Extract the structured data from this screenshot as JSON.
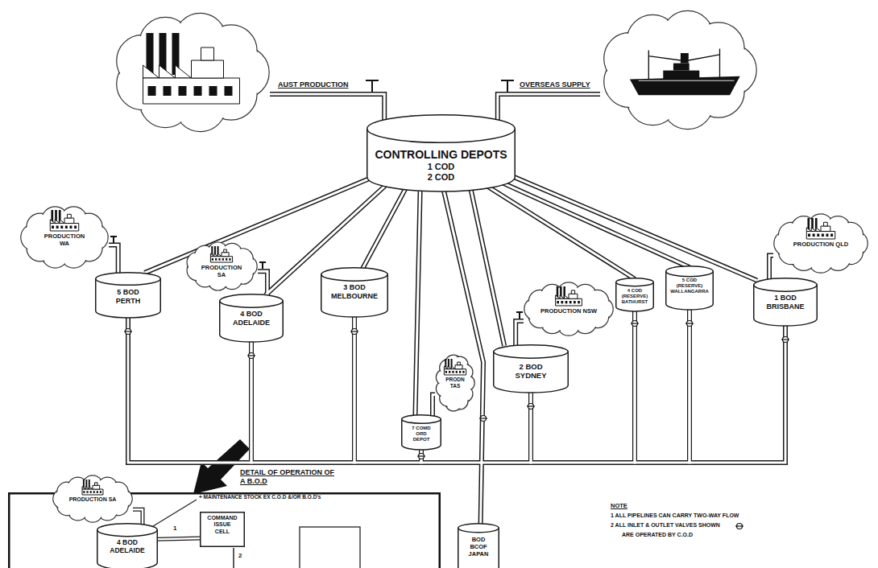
{
  "diagram": {
    "nodes": [
      {
        "text": [
          "AUST PRODUCTION"
        ]
      },
      {
        "text": [
          "OVERSEAS SUPPLY"
        ]
      },
      {
        "text": [
          "CONTROLLING DEPOTS",
          "1 COD 2 COD"
        ]
      },
      {
        "text": [
          "PRODUCTION WA"
        ]
      },
      {
        "text": [
          "PRODUCTION QLD"
        ]
      },
      {
        "text": [
          "5 BOD PERTH"
        ]
      },
      {
        "text": [
          "PRODUCTION SA"
        ]
      },
      {
        "text": [
          "4 BOD ADELAIDE"
        ]
      },
      {
        "text": [
          "3 BOD MELBOURNE"
        ]
      },
      {
        "text": [
          "PRODUCTION NSW"
        ]
      },
      {
        "text": [
          "4 COD (RESERVE) BATHURST"
        ]
      },
      {
        "text": [
          "5 COD (RESERVE) WALLANGARRA"
        ]
      },
      {
        "text": [
          "1 BOD BRISBANE"
        ]
      },
      {
        "text": [
          "PRODN TAS"
        ]
      },
      {
        "text": [
          "2 BOD SYDNEY"
        ]
      },
      {
        "text": [
          "7 COMD ORD DEPOT"
        ]
      },
      {
        "text": [
          "DETAIL OF OPERATION OF A B.O.D"
        ]
      },
      {
        "text": [
          "PRODUCTION SA"
        ],
        "in": 16
      },
      {
        "text": [
          "4 BOD ADELAIDE"
        ],
        "in": 16
      },
      {
        "text": [
          "COMMAND ISSUE CELL"
        ],
        "in": 16
      },
      {
        "text": [
          "BOD BCOF JAPAN"
        ]
      }
    ],
    "edges": [
      {
        "from": 0,
        "to": 2,
        "arrow": "none"
      },
      {
        "from": 1,
        "to": 2,
        "arrow": "none"
      },
      {
        "from": 2,
        "to": 5,
        "arrow": "none"
      },
      {
        "from": 2,
        "to": 7,
        "arrow": "none"
      },
      {
        "from": 2,
        "to": 8,
        "arrow": "none"
      },
      {
        "from": 2,
        "to": 15,
        "arrow": "none"
      },
      {
        "from": 2,
        "to": 20,
        "arrow": "none"
      },
      {
        "from": 2,
        "to": 14,
        "arrow": "none"
      },
      {
        "from": 2,
        "to": 10,
        "arrow": "none"
      },
      {
        "from": 2,
        "to": 11,
        "arrow": "none"
      },
      {
        "from": 2,
        "to": 12,
        "arrow": "none"
      },
      {
        "from": 3,
        "to": 5,
        "arrow": "none"
      },
      {
        "from": 6,
        "to": 7,
        "arrow": "none"
      },
      {
        "from": 13,
        "to": 15,
        "arrow": "none"
      },
      {
        "from": 9,
        "to": 14,
        "arrow": "none"
      },
      {
        "from": 4,
        "to": 12,
        "arrow": "none"
      },
      {
        "from": 5,
        "to": 7,
        "arrow": "none"
      },
      {
        "from": 7,
        "to": 8,
        "arrow": "none"
      },
      {
        "from": 8,
        "to": 15,
        "arrow": "none"
      },
      {
        "from": 15,
        "to": 14,
        "arrow": "none"
      },
      {
        "from": 14,
        "to": 10,
        "arrow": "none"
      },
      {
        "from": 10,
        "to": 11,
        "arrow": "none"
      },
      {
        "from": 11,
        "to": 12,
        "arrow": "none"
      },
      {
        "from": 17,
        "to": 18,
        "arrow": "none"
      },
      {
        "from": 18,
        "to": 19,
        "label": "1",
        "arrow": "none"
      }
    ],
    "labels": [
      "+ MAINTENANCE STOCK EX C.O.D &/OR B.O.D's",
      "2",
      "NOTE",
      "1 ALL PIPELINES CAN CARRY TWO-WAY FLOW",
      "2 ALL INLET & OUTLET VALVES SHOWN",
      "ARE OPERATED BY C.O.D"
    ]
  }
}
